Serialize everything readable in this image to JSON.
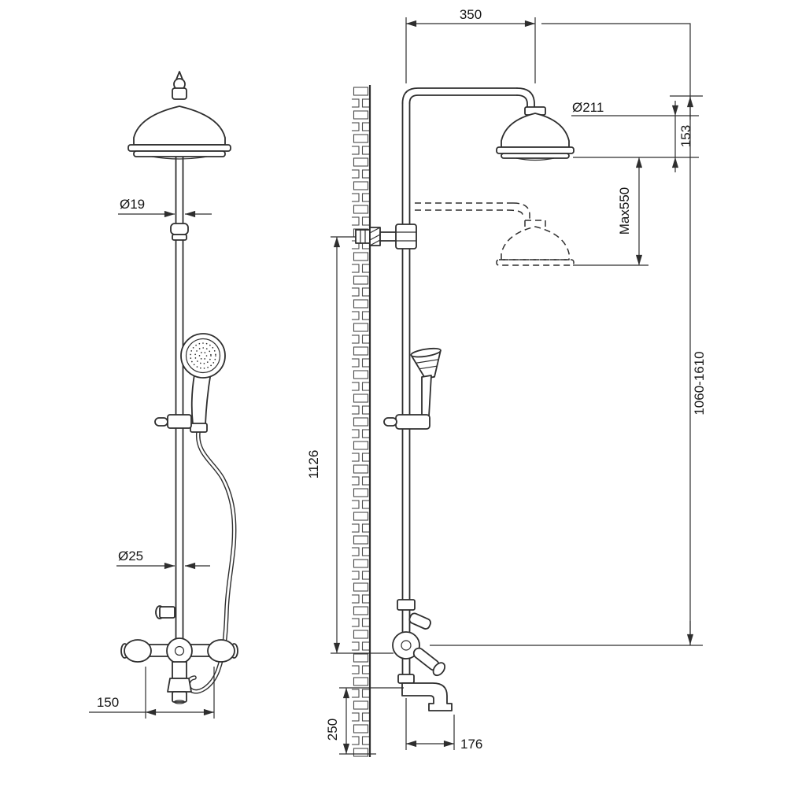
{
  "drawing": {
    "background": "#ffffff",
    "line_color": "#2e2e2e"
  },
  "views": {
    "front": {
      "dims": {
        "pipe_diameter_upper": "Ø19",
        "pipe_diameter_lower": "Ø25",
        "handle_span": "150"
      }
    },
    "side": {
      "dims": {
        "arm_reach": "350",
        "head_diameter": "Ø211",
        "head_height": "153",
        "head_drop_max": "Max550",
        "column_length": "1126",
        "total_height_range": "1060-1610",
        "spout_drop": "250",
        "spout_reach": "176"
      }
    }
  }
}
